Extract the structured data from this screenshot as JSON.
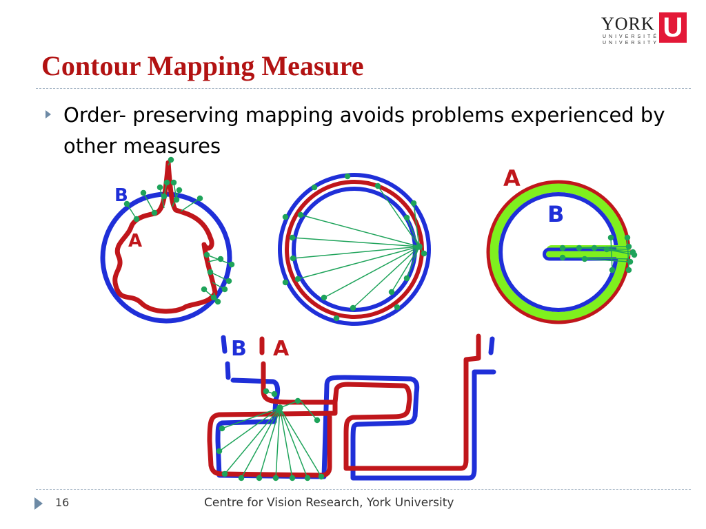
{
  "slide": {
    "title": "Contour Mapping Measure",
    "bullet": "Order- preserving mapping avoids problems experienced by other measures",
    "page_number": "16",
    "footer": "Centre for Vision Research, York University"
  },
  "logo": {
    "wordmark": "YORK",
    "line_fr": "UNIVERSITÉ",
    "line_en": "UNIVERSITY",
    "emblem": "U"
  },
  "figure": {
    "labels": {
      "p1_b": "B",
      "p1_a": "A",
      "p3_a": "A",
      "p3_b": "B",
      "p4_b": "B",
      "p4_a": "A"
    }
  },
  "colors": {
    "contour_a": "#c0161b",
    "contour_b": "#1f2fd8",
    "correspondence": "#1ea35a",
    "fill_between": "#7ff01e",
    "title": "#b21212"
  }
}
